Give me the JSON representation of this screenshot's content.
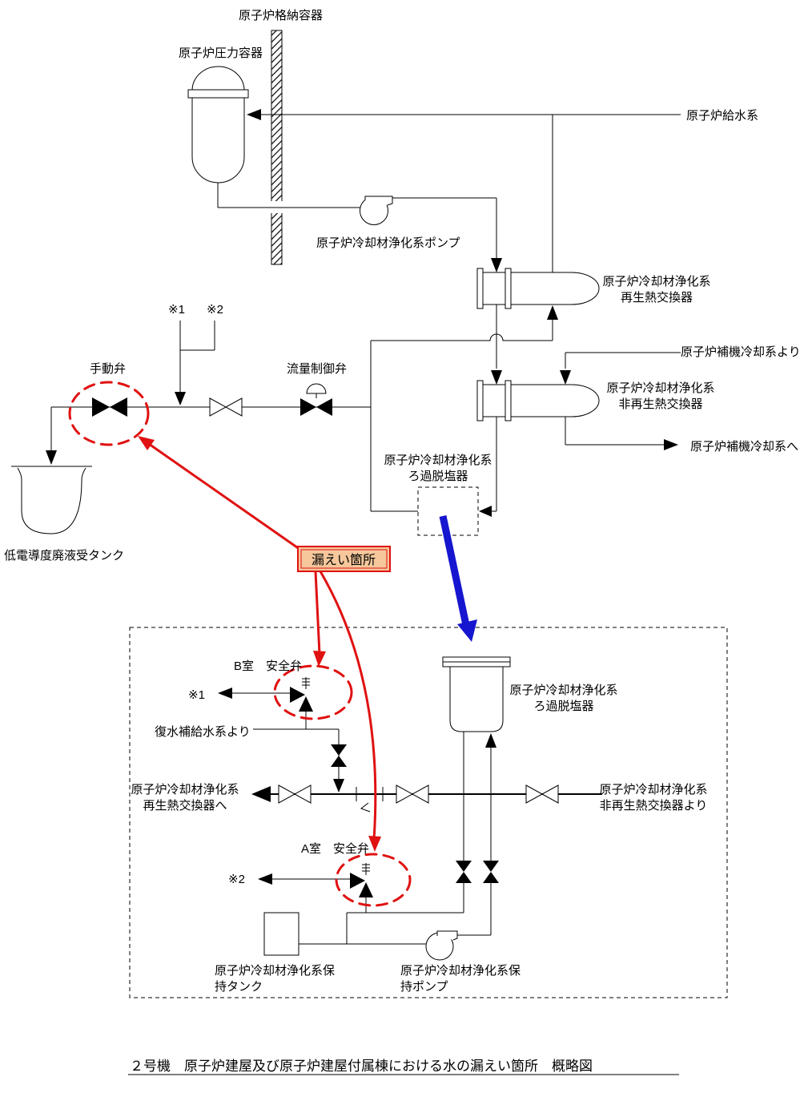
{
  "colors": {
    "diagram_line": "#000000",
    "accent_red": "#e01111",
    "flow_blue": "#1616d0",
    "leak_box_bg": "#f5c79b",
    "background": "#ffffff"
  },
  "upper": {
    "containment_label": "原子炉格納容器",
    "rpv_label": "原子炉圧力容器",
    "feedwater_label": "原子炉給水系",
    "pump_label": "原子炉冷却材浄化系ポンプ",
    "regen_hx_label_1": "原子炉冷却材浄化系",
    "regen_hx_label_2": "再生熱交換器",
    "aux_cooling_from_label": "原子炉補機冷却系より",
    "nonregen_hx_label_1": "原子炉冷却材浄化系",
    "nonregen_hx_label_2": "非再生熱交換器",
    "aux_cooling_to_label": "原子炉補機冷却系へ",
    "ref1": "※1",
    "ref2": "※2",
    "manual_valve_label": "手動弁",
    "flow_control_valve_label": "流量制御弁",
    "filter_label_1": "原子炉冷却材浄化系",
    "filter_label_2": "ろ過脱塩器",
    "waste_tank_label": "低電導度廃液受タンク"
  },
  "leak_callout": {
    "label": "漏えい箇所"
  },
  "lower": {
    "room_b_valve_label": "B室　安全弁",
    "ref1": "※1",
    "condensate_label": "復水補給水系より",
    "to_regen_hx_label_1": "原子炉冷却材浄化系",
    "to_regen_hx_label_2": "再生熱交換器へ",
    "filter_label_1": "原子炉冷却材浄化系",
    "filter_label_2": "ろ過脱塩器",
    "from_nonregen_hx_label_1": "原子炉冷却材浄化系",
    "from_nonregen_hx_label_2": "非再生熱交換器より",
    "room_a_valve_label": "A室　安全弁",
    "ref2": "※2",
    "holding_tank_label_1": "原子炉冷却材浄化系保",
    "holding_tank_label_2": "持タンク",
    "holding_pump_label_1": "原子炉冷却材浄化系保",
    "holding_pump_label_2": "持ポンプ"
  },
  "title": "２号機　原子炉建屋及び原子炉建屋付属棟における水の漏えい箇所　概略図"
}
